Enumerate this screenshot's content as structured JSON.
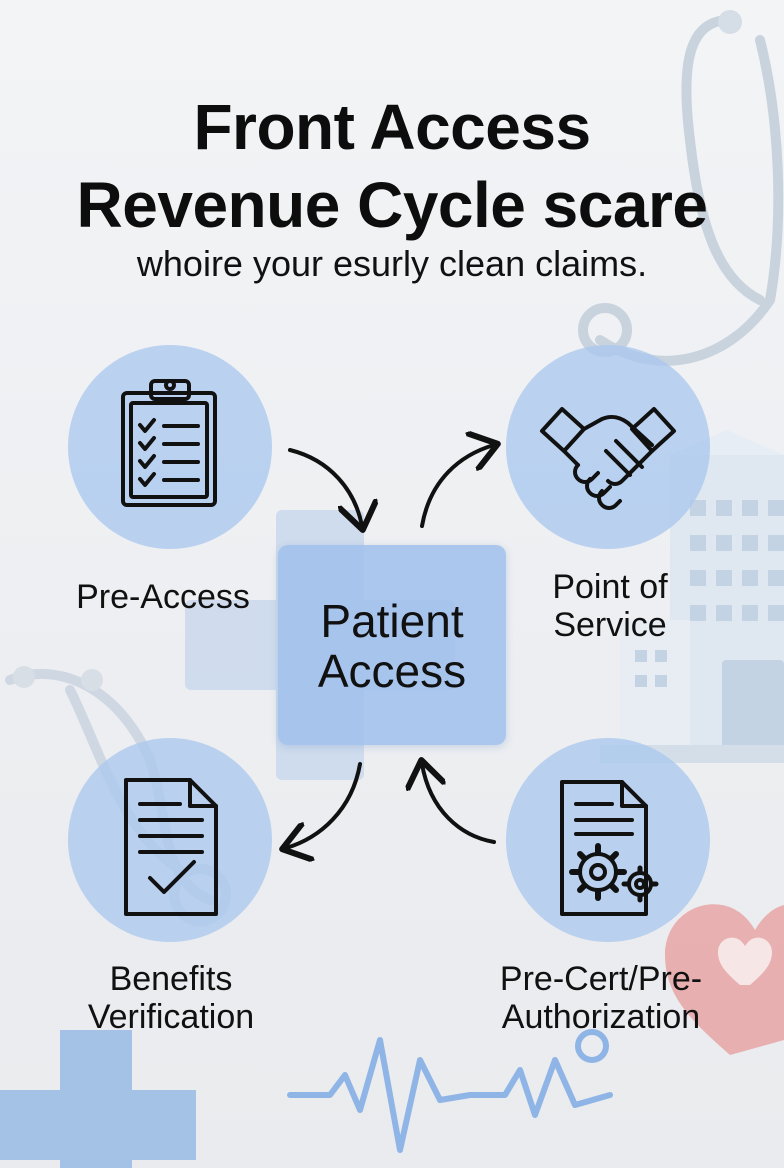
{
  "title": {
    "line1": "Front Access",
    "line2": "Revenue Cycle scare"
  },
  "subtitle": "whoire your esurly clean claims.",
  "center": {
    "line1": "Patient",
    "line2": "Access"
  },
  "stages": [
    {
      "id": "pre-access",
      "label_lines": [
        "Pre-Access"
      ],
      "icon": "clipboard-checklist-icon"
    },
    {
      "id": "point-of-service",
      "label_lines": [
        "Point of",
        "Service"
      ],
      "icon": "handshake-icon"
    },
    {
      "id": "benefits-verification",
      "label_lines": [
        "Benefits",
        "Verification"
      ],
      "icon": "document-check-icon"
    },
    {
      "id": "pre-cert",
      "label_lines": [
        "Pre-Cert/Pre-",
        "Authorization"
      ],
      "icon": "document-gears-icon"
    }
  ],
  "colors": {
    "circle_fill": "#aac8ee",
    "center_fill": "#a0c0ec",
    "accent_blue": "#8fb4e6",
    "heart_pink": "#e8a8a8",
    "text": "#111111"
  }
}
